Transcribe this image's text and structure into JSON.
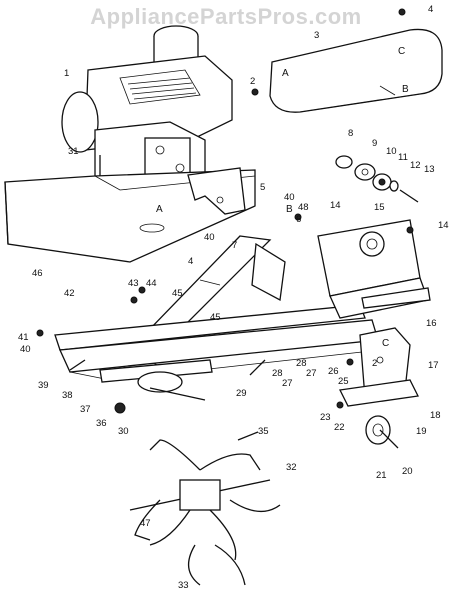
{
  "watermark": "AppliancePartsPros.com",
  "parts": [
    {
      "key": "p1",
      "label": "1"
    },
    {
      "key": "p2",
      "label": "2"
    },
    {
      "key": "p3",
      "label": "3"
    },
    {
      "key": "p4a",
      "label": "4"
    },
    {
      "key": "p4b",
      "label": "4"
    },
    {
      "key": "p5",
      "label": "5"
    },
    {
      "key": "p6",
      "label": "6"
    },
    {
      "key": "p7",
      "label": "7"
    },
    {
      "key": "p8",
      "label": "8"
    },
    {
      "key": "p9",
      "label": "9"
    },
    {
      "key": "p10",
      "label": "10"
    },
    {
      "key": "p11",
      "label": "11"
    },
    {
      "key": "p12",
      "label": "12"
    },
    {
      "key": "p13",
      "label": "13"
    },
    {
      "key": "p14a",
      "label": "14"
    },
    {
      "key": "p14b",
      "label": "14"
    },
    {
      "key": "p15",
      "label": "15"
    },
    {
      "key": "p16",
      "label": "16"
    },
    {
      "key": "p17",
      "label": "17"
    },
    {
      "key": "p18",
      "label": "18"
    },
    {
      "key": "p19",
      "label": "19"
    },
    {
      "key": "p20",
      "label": "20"
    },
    {
      "key": "p21",
      "label": "21"
    },
    {
      "key": "p22",
      "label": "22"
    },
    {
      "key": "p23",
      "label": "23"
    },
    {
      "key": "p25",
      "label": "25"
    },
    {
      "key": "p26",
      "label": "26"
    },
    {
      "key": "p27a",
      "label": "27"
    },
    {
      "key": "p27b",
      "label": "27"
    },
    {
      "key": "p28a",
      "label": "28"
    },
    {
      "key": "p28b",
      "label": "28"
    },
    {
      "key": "p29",
      "label": "29"
    },
    {
      "key": "p30",
      "label": "30"
    },
    {
      "key": "p31",
      "label": "31"
    },
    {
      "key": "p32",
      "label": "32"
    },
    {
      "key": "p33",
      "label": "33"
    },
    {
      "key": "p35",
      "label": "35"
    },
    {
      "key": "p36",
      "label": "36"
    },
    {
      "key": "p37",
      "label": "37"
    },
    {
      "key": "p38",
      "label": "38"
    },
    {
      "key": "p39",
      "label": "39"
    },
    {
      "key": "p40a",
      "label": "40"
    },
    {
      "key": "p40b",
      "label": "40"
    },
    {
      "key": "p40c",
      "label": "40"
    },
    {
      "key": "p41",
      "label": "41"
    },
    {
      "key": "p42",
      "label": "42"
    },
    {
      "key": "p43",
      "label": "43"
    },
    {
      "key": "p44",
      "label": "44"
    },
    {
      "key": "p45a",
      "label": "45"
    },
    {
      "key": "p45b",
      "label": "45"
    },
    {
      "key": "p46",
      "label": "46"
    },
    {
      "key": "p47",
      "label": "47"
    },
    {
      "key": "p48",
      "label": "48"
    },
    {
      "key": "p2b",
      "label": "2"
    }
  ],
  "letters": [
    {
      "key": "A1",
      "label": "A"
    },
    {
      "key": "A2",
      "label": "A"
    },
    {
      "key": "B1",
      "label": "B"
    },
    {
      "key": "B2",
      "label": "B"
    },
    {
      "key": "C1",
      "label": "C"
    },
    {
      "key": "C2",
      "label": "C"
    }
  ]
}
